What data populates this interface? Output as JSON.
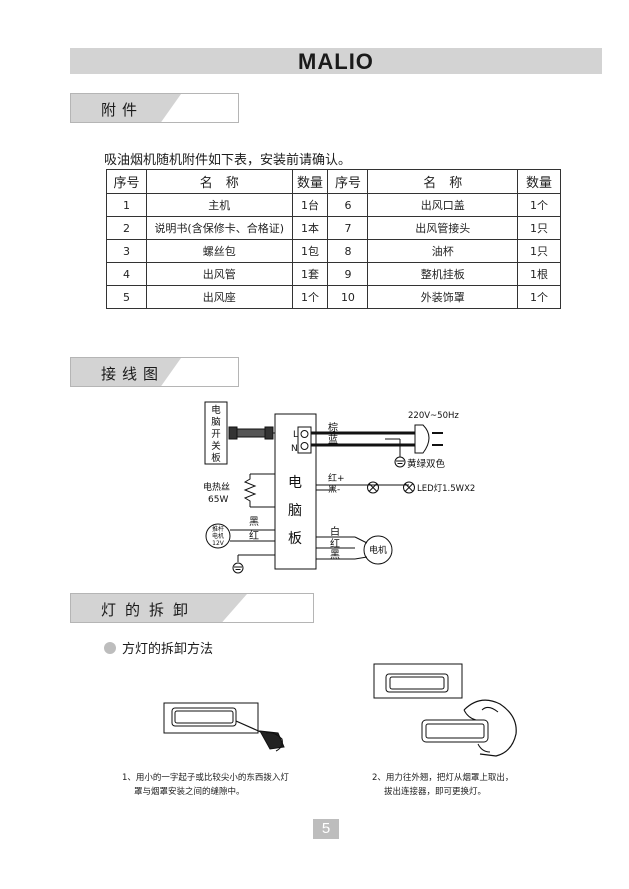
{
  "brand": {
    "logo_text": "MALIO"
  },
  "sections": {
    "accessories": "附件",
    "wiring": "接线图",
    "lamp_removal": "灯的拆卸"
  },
  "intro_text": "吸油烟机随机附件如下表，安装前请确认。",
  "table": {
    "headers": [
      "序号",
      "名　称",
      "数量",
      "序号",
      "名　称",
      "数量"
    ],
    "rows": [
      [
        "1",
        "主机",
        "1台",
        "6",
        "出风口盖",
        "1个"
      ],
      [
        "2",
        "说明书(含保修卡、合格证)",
        "1本",
        "7",
        "出风管接头",
        "1只"
      ],
      [
        "3",
        "螺丝包",
        "1包",
        "8",
        "油杯",
        "1只"
      ],
      [
        "4",
        "出风管",
        "1套",
        "9",
        "整机挂板",
        "1根"
      ],
      [
        "5",
        "出风座",
        "1个",
        "10",
        "外装饰罩",
        "1个"
      ]
    ]
  },
  "wiring": {
    "switch_label": "电脑开关板",
    "board_label": "电脑板",
    "voltage": "220V~50Hz",
    "terminal_l": "L",
    "terminal_n": "N",
    "wire_brown": "棕",
    "wire_blue": "蓝",
    "ground_label": "黄绿双色",
    "wire_red_plus": "红+",
    "wire_black_minus": "黑-",
    "led_label": "LED灯1.5WX2",
    "heater_label": "电热丝",
    "heater_power": "65W",
    "wire_black": "黑",
    "wire_red": "红",
    "cup_motor_line1": "推杆",
    "cup_motor_line2": "电机",
    "cup_motor_voltage": "12V",
    "wire_white": "白",
    "wire_red2": "红",
    "wire_black2": "黑",
    "motor_label": "电机"
  },
  "lamp": {
    "method_title": "方灯的拆卸方法",
    "step1_line1": "1、用小的一字起子或比较尖小的东西拨入灯",
    "step1_line2": "罩与烟罩安装之间的缝隙中。",
    "step2_line1": "2、用力往外翘，把灯从烟罩上取出，",
    "step2_line2": "拔出连接器，即可更换灯。"
  },
  "page_number": "5"
}
